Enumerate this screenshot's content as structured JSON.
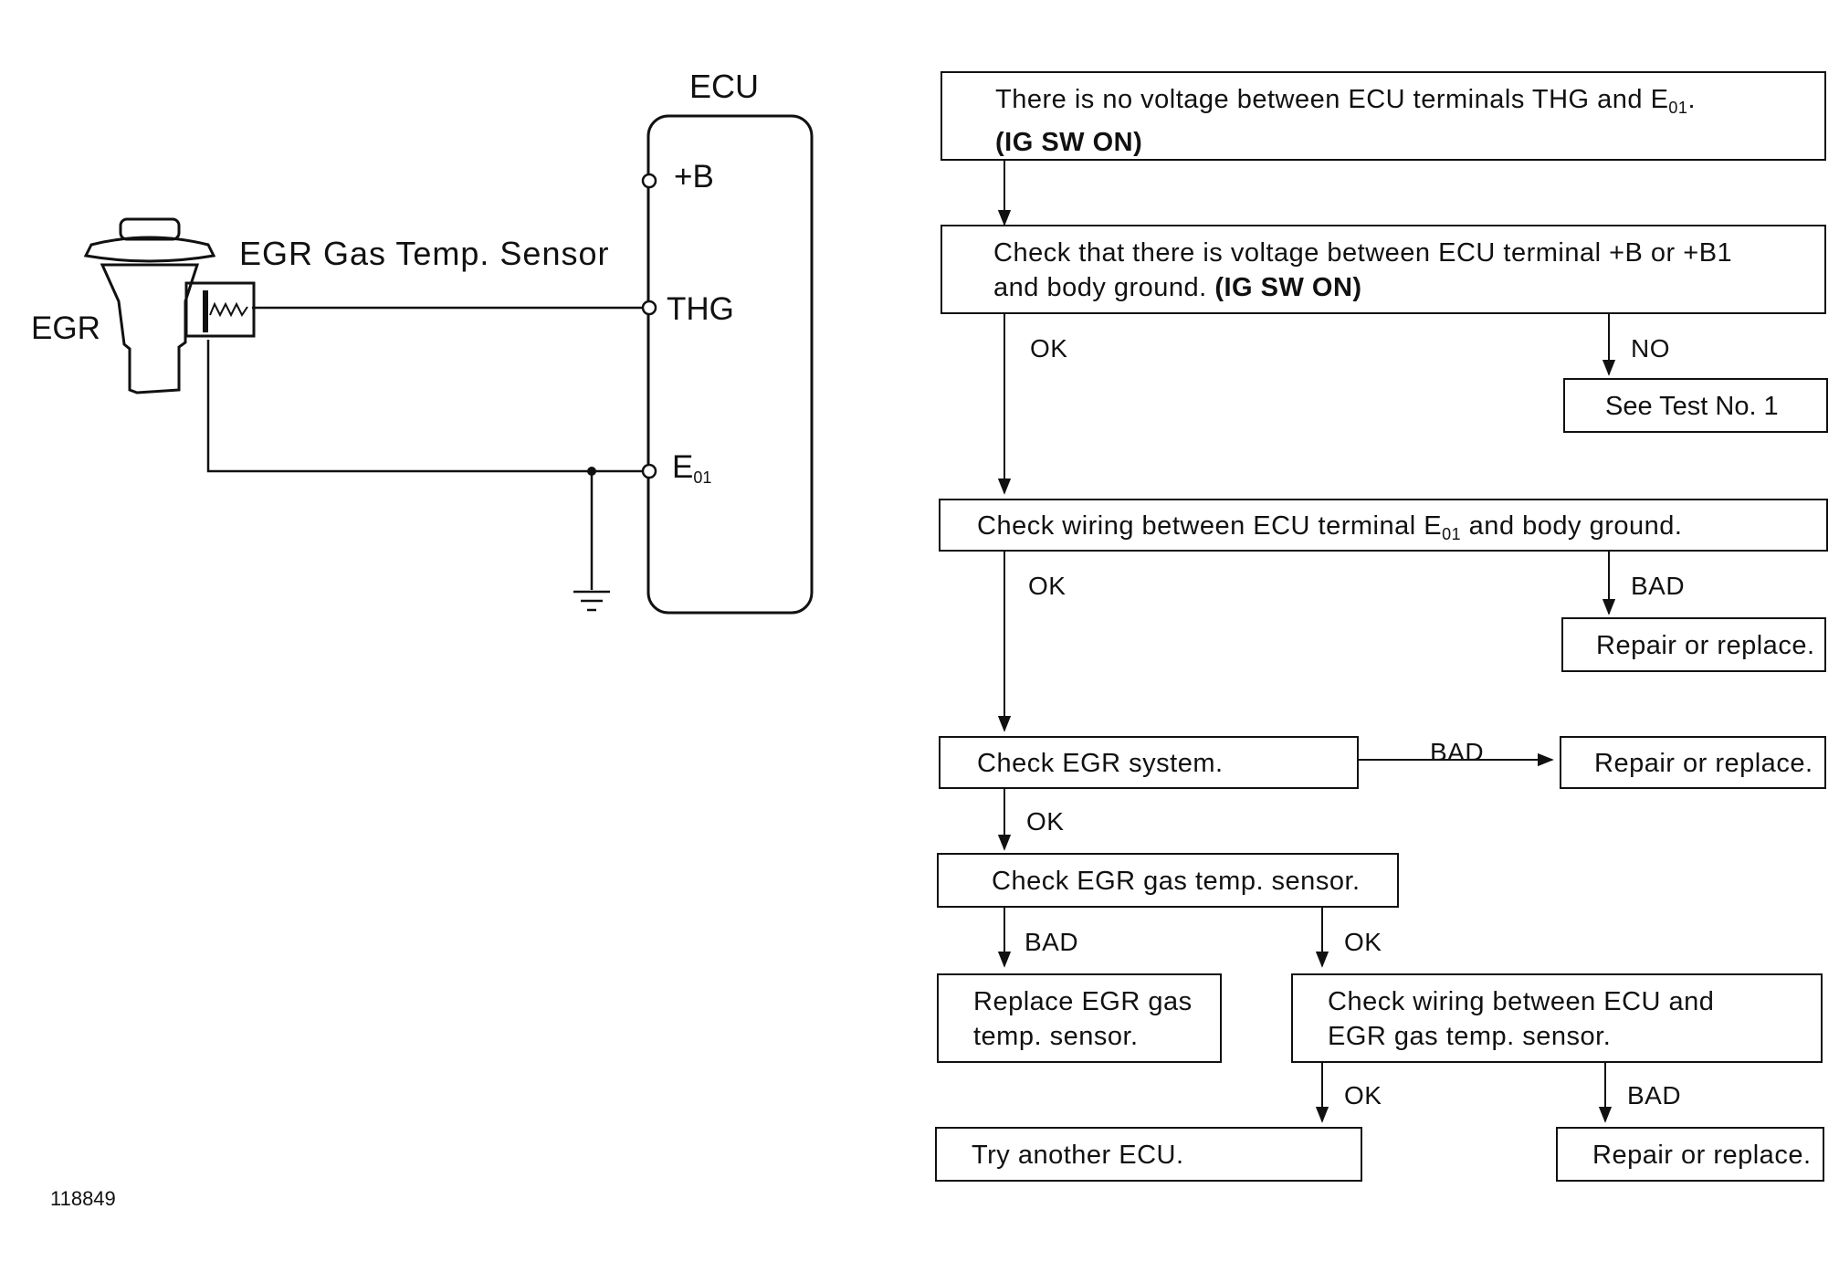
{
  "circuit": {
    "ecu_label": "ECU",
    "egr_label": "EGR",
    "sensor_label": "EGR Gas Temp. Sensor",
    "terminals": {
      "plus_b": "+B",
      "thg": "THG",
      "e01_main": "E",
      "e01_sub": "01"
    }
  },
  "flowchart": {
    "box1": {
      "line1_a": "There is no voltage between ECU terminals THG and E",
      "line1_sub": "01",
      "line1_b": ".",
      "line2": "(IG SW ON)"
    },
    "box2": {
      "line1": "Check that there is voltage between ECU terminal +B or +B1",
      "line2_a": "and body ground. ",
      "line2_b": "(IG SW ON)"
    },
    "box2_ok": "OK",
    "box2_no": "NO",
    "box_test1": "See Test No. 1",
    "box3": {
      "text_a": "Check wiring between ECU terminal E",
      "text_sub": "01",
      "text_b": " and body ground."
    },
    "box3_ok": "OK",
    "box3_bad": "BAD",
    "box3_repair": "Repair or replace.",
    "box4": "Check EGR system.",
    "box4_bad": "BAD",
    "box4_repair": "Repair or replace.",
    "box4_ok": "OK",
    "box5": "Check EGR gas temp. sensor.",
    "box5_bad": "BAD",
    "box5_ok": "OK",
    "box6": {
      "line1": "Replace EGR gas",
      "line2": "temp. sensor."
    },
    "box7": {
      "line1": "Check wiring between ECU and",
      "line2": "EGR gas temp. sensor."
    },
    "box7_ok": "OK",
    "box7_bad": "BAD",
    "box8": "Try another ECU.",
    "box9": "Repair or replace."
  },
  "figure_id": "118849"
}
